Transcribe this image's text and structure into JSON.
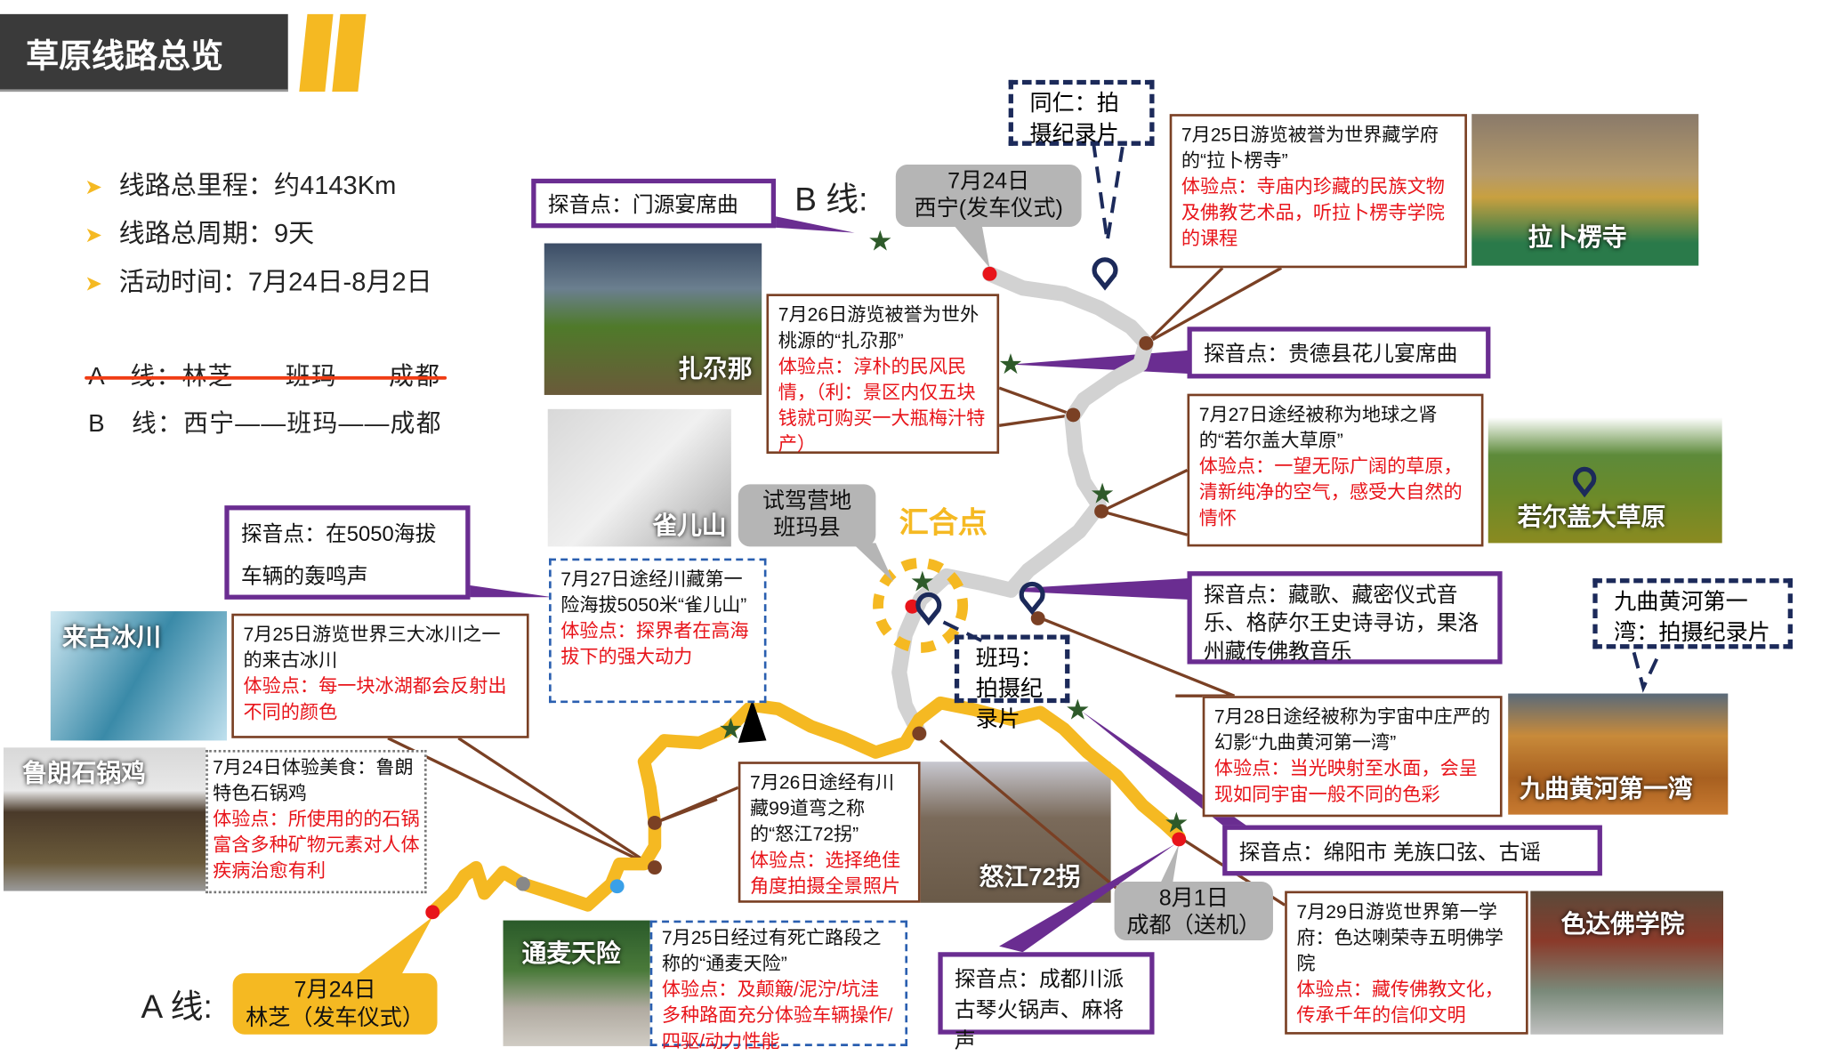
{
  "header": {
    "title": "草原线路总览"
  },
  "summary": {
    "bullets": [
      "线路总里程：约4143Km",
      "线路总周期：9天",
      "活动时间：7月24日-8月2日"
    ]
  },
  "lines": {
    "a": "A　线：林芝——班玛——成都",
    "b": "B　线：西宁——班玛——成都",
    "a_label": "A 线:",
    "b_label": "B 线:"
  },
  "stops": {
    "xining": {
      "date": "7月24日",
      "place": "西宁(发车仪式)"
    },
    "linzhi": {
      "date": "7月24日",
      "place": "林芝（发车仪式）"
    },
    "banma_camp": {
      "line1": "试驾营地",
      "line2": "班玛县"
    },
    "chengdu": {
      "date": "8月1日",
      "place": "成都（送机）"
    },
    "meet": "汇合点"
  },
  "film": {
    "tongren": "同仁：拍摄纪录片",
    "banma": "班玛：拍摄纪录片",
    "jiuqu": "九曲黄河第一湾：拍摄纪录片"
  },
  "sound": {
    "menyuan": "探音点：门源宴席曲",
    "guide": "探音点：贵德县花儿宴席曲",
    "queer": "探音点：在5050海拔车辆的轰鸣声",
    "zangge": "探音点：藏歌、藏密仪式音乐、格萨尔王史诗寻访，果洛州藏传佛教音乐",
    "mianyang": "探音点：绵阳市 羌族口弦、古谣",
    "chengdu": "探音点：成都川派古琴火锅声、麻将声"
  },
  "callouts": {
    "labuleng": {
      "title": "7月25日游览被誉为世界藏学府的“拉卜楞寺”",
      "exp": "体验点：寺庙内珍藏的民族文物及佛教艺术品，听拉卜楞寺学院的课程"
    },
    "zhagana": {
      "title": "7月26日游览被誉为世外桃源的“扎尕那”",
      "exp": "体验点：淳朴的民风民情，（利：景区内仅五块钱就可购买一大瓶梅汁特产）"
    },
    "ruoergai": {
      "title": "7月27日途经被称为地球之肾的“若尔盖大草原”",
      "exp": "体验点：一望无际广阔的草原，清新纯净的空气，感受大自然的情怀"
    },
    "queer": {
      "title": "7月27日途经川藏第一险海拔5050米“雀儿山”",
      "exp": "体验点：探界者在高海拔下的强大动力"
    },
    "laigu": {
      "title": "7月25日游览世界三大冰川之一的来古冰川",
      "exp": "体验点：每一块冰湖都会反射出不同的颜色"
    },
    "jiuqu": {
      "title": "7月28日途经被称为宇宙中庄严的幻影“九曲黄河第一湾”",
      "exp": "体验点：当光映射至水面，会呈现如同宇宙一般不同的色彩"
    },
    "lulang": {
      "title": "7月24日体验美食：鲁朗特色石锅鸡",
      "exp": "体验点：所使用的的石锅富含多种矿物元素对人体疾病治愈有利"
    },
    "nujiang": {
      "title": "7月26日途经有川藏99道弯之称的“怒江72拐”",
      "exp": "体验点：选择绝佳角度拍摄全景照片"
    },
    "seda": {
      "title": "7月29日游览世界第一学府：色达喇荣寺五明佛学院",
      "exp": "体验点：藏传佛教文化，传承千年的信仰文明"
    },
    "tongmai": {
      "title": "7月25日经过有死亡路段之称的“通麦天险”",
      "exp": "体验点：及颠簸/泥泞/坑洼多种路面充分体验车辆操作/四驱/动力性能"
    }
  },
  "photos": {
    "zhagana": "扎尕那",
    "queer": "雀儿山",
    "labuleng": "拉卜楞寺",
    "ruoergai": "若尔盖大草原",
    "laigu": "来古冰川",
    "jiuqu": "九曲黄河第一湾",
    "lulang": "鲁朗石锅鸡",
    "nujiang": "怒江72拐",
    "tongmai": "通麦天险",
    "seda": "色达佛学院"
  },
  "colors": {
    "a_route": "#f5b922",
    "b_route": "#d2d2d2",
    "sound_border": "#6a2d91",
    "callout_border": "#7a4024",
    "exp_text": "#e8141a",
    "star": "#2e5a2a",
    "pin": "#1c2a5a"
  }
}
